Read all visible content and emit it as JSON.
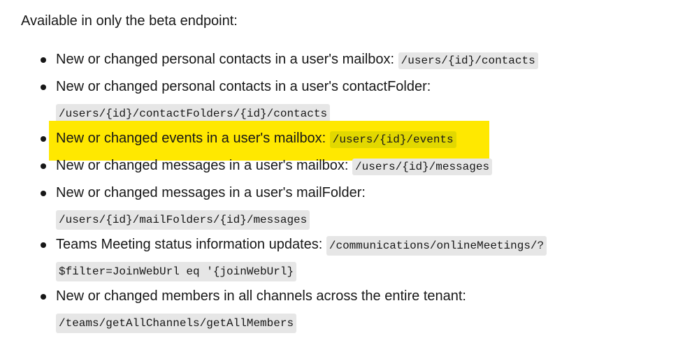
{
  "intro": "Available in only the beta endpoint:",
  "items": [
    {
      "text": "New or changed personal contacts in a user's mailbox: ",
      "code": "/users/{id}/contacts"
    },
    {
      "text": "New or changed personal contacts in a user's contactFolder: ",
      "code": "/users/{id}/contactFolders/{id}/contacts"
    },
    {
      "text": "New or changed events in a user's mailbox: ",
      "code": "/users/{id}/events"
    },
    {
      "text": "New or changed messages in a user's mailbox: ",
      "code": "/users/{id}/messages"
    },
    {
      "text": "New or changed messages in a user's mailFolder: ",
      "code": "/users/{id}/mailFolders/{id}/messages"
    },
    {
      "text": "Teams Meeting status information updates: ",
      "code": "/communications/onlineMeetings/?",
      "code2": "$filter=JoinWebUrl eq '{joinWebUrl}"
    },
    {
      "text": "New or changed members in all channels across the entire tenant: ",
      "code": "/teams/getAllChannels/getAllMembers"
    }
  ],
  "highlight_color": "#ffe800"
}
